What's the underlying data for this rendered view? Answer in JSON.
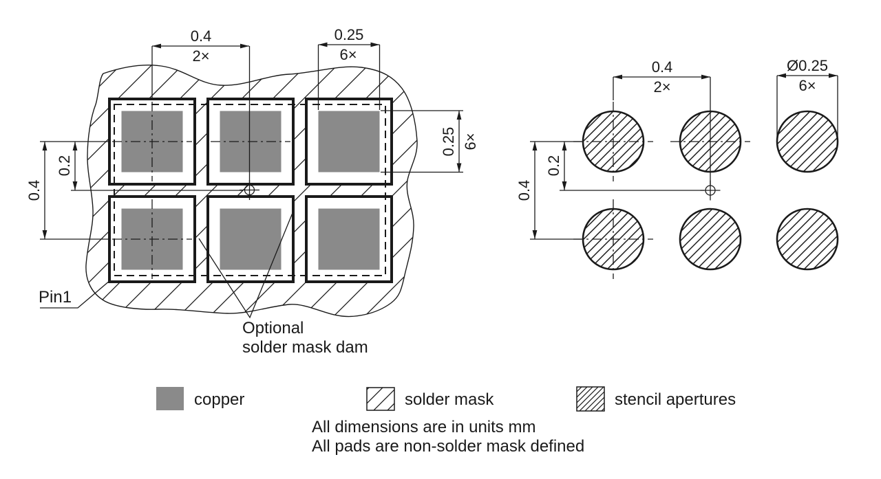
{
  "colors": {
    "copper": "#8a8a8a",
    "line": "#1a1a1a"
  },
  "footprint_view": {
    "dims": {
      "pitch_h": {
        "value": "0.4",
        "count": "2×"
      },
      "pad_width": {
        "value": "0.25",
        "count": "6×"
      },
      "pad_height": {
        "value": "0.25",
        "count": "6×"
      },
      "pitch_v": {
        "value": "0.4"
      },
      "offset_v": {
        "value": "0.2"
      }
    },
    "pin1_label": "Pin1",
    "dam_note": {
      "line1": "Optional",
      "line2": "solder mask dam"
    }
  },
  "stencil_view": {
    "dims": {
      "pitch_h": {
        "value": "0.4",
        "count": "2×"
      },
      "aperture_dia": {
        "value": "Ø0.25",
        "count": "6×"
      },
      "pitch_v": {
        "value": "0.4"
      },
      "offset_v": {
        "value": "0.2"
      }
    }
  },
  "legend": {
    "copper": "copper",
    "solder_mask": "solder mask",
    "stencil_apertures": "stencil apertures"
  },
  "notes": {
    "line1": "All dimensions are in units mm",
    "line2": "All pads are non-solder mask defined"
  }
}
